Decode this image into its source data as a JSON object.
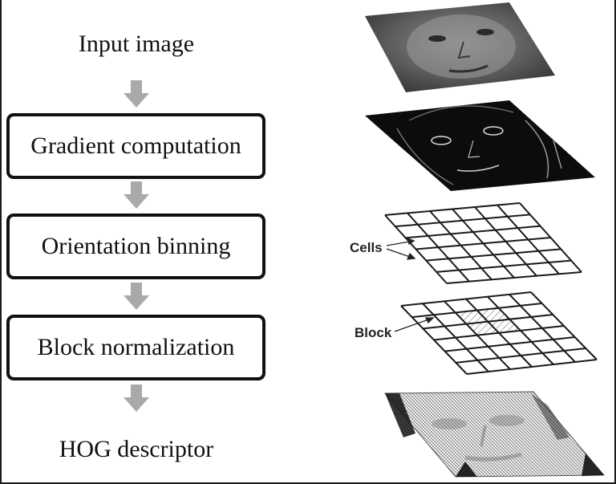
{
  "flow": {
    "input_label": "Input image",
    "steps": [
      {
        "label": "Gradient computation"
      },
      {
        "label": "Orientation binning"
      },
      {
        "label": "Block normalization"
      }
    ],
    "output_label": "HOG descriptor"
  },
  "illustration": {
    "cells_label": "Cells",
    "block_label": "Block"
  },
  "colors": {
    "arrow": "#a9a9a9",
    "box_border": "#111111",
    "grid_line": "#1a1a1a"
  }
}
